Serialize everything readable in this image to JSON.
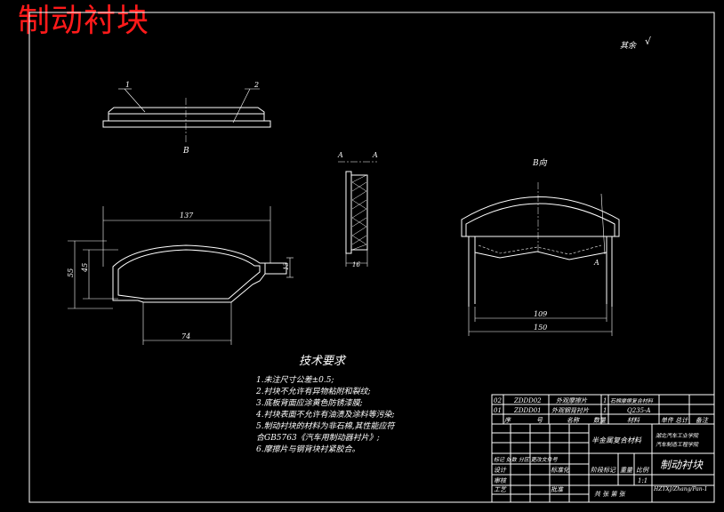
{
  "watermark": "制动衬块",
  "roughness_note": "其余",
  "roughness_mark": "√",
  "view_labels": {
    "top_b": "B",
    "side_a_left": "A",
    "side_a_right": "A",
    "b_view": "B向",
    "a_view_bottom": "A"
  },
  "part_callouts": [
    "1",
    "2"
  ],
  "dimensions": {
    "overall_width": "137",
    "overall_height": "55",
    "body_height": "45",
    "tab": "13",
    "bottom_width": "74",
    "thickness": "16",
    "inner_width": "109",
    "outer_width": "150"
  },
  "tech_req": {
    "title": "技术要求",
    "items": [
      "1.未注尺寸公差±0.5;",
      "2.衬块不允许有异物粘附和裂纹;",
      "3.底板背面应涂黄色防锈漆膜;",
      "4.衬块表面不允许有油渍及涂料等污染;",
      "5.制动衬块的材料为非石棉,其性能应符",
      "合GB5763《汽车用制动器衬片》;",
      "6.摩擦片与钢背块衬紧胶合。"
    ]
  },
  "title_block": {
    "bom": [
      {
        "no": "02",
        "code": "ZDDD02",
        "name": "外观摩擦片",
        "qty": "1",
        "material": "石棉摩擦复合材料"
      },
      {
        "no": "01",
        "code": "ZDDD01",
        "name": "外观钢背衬片",
        "qty": "1",
        "material": "Q235-A"
      }
    ],
    "bom_header": {
      "no": "序",
      "code": "号",
      "name": "名称",
      "qty": "数量",
      "material": "材料",
      "weight": "单件 总计",
      "remark": "备注"
    },
    "material_note": "半金属复合材料",
    "school": "湖北汽车工业学院",
    "school2": "汽车制造工程学院",
    "drawing_title": "制动衬块",
    "drawing_no": "HZTXJ/Zhang/Pan-1",
    "scale": "1:1",
    "labels": {
      "designer": "标记 处数 分区 更改文件号",
      "design": "设计",
      "standard": "标准化",
      "check": "审核",
      "process": "工艺",
      "approve": "批准",
      "stage": "阶段标记",
      "weight": "重量",
      "ratio": "比例",
      "sheets": "共 张 第 张"
    }
  }
}
